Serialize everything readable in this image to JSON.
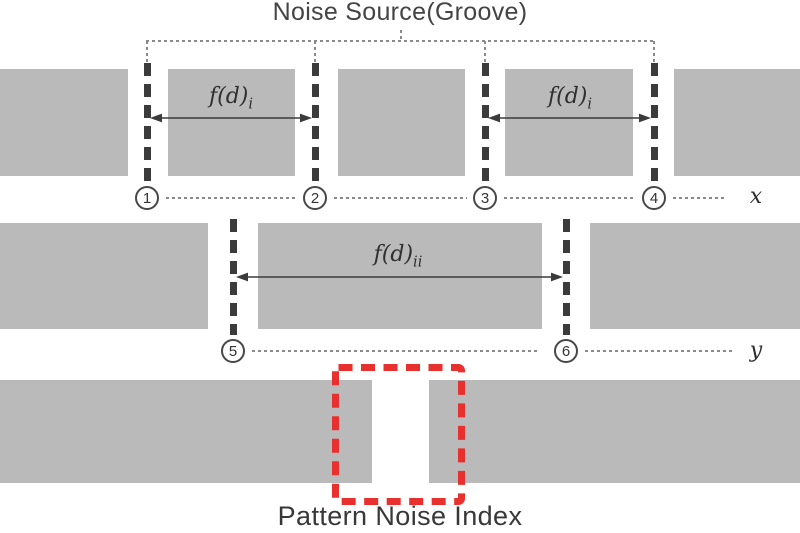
{
  "figure": {
    "title": "Noise Source(Groove)",
    "bottom_label": "Pattern Noise Index",
    "axis_x": "x",
    "axis_y": "y",
    "dim_i": {
      "base": "f(d)",
      "sub": "i"
    },
    "dim_ii": {
      "base": "f(d)",
      "sub": "ii"
    },
    "markers": [
      "1",
      "2",
      "3",
      "4",
      "5",
      "6"
    ],
    "colors": {
      "block_gray": "#bababa",
      "line_dark": "#3b3b3b",
      "dotted_gray": "#8a8a8a",
      "highlight_red": "#e8312e",
      "text_dark": "#383838"
    }
  }
}
